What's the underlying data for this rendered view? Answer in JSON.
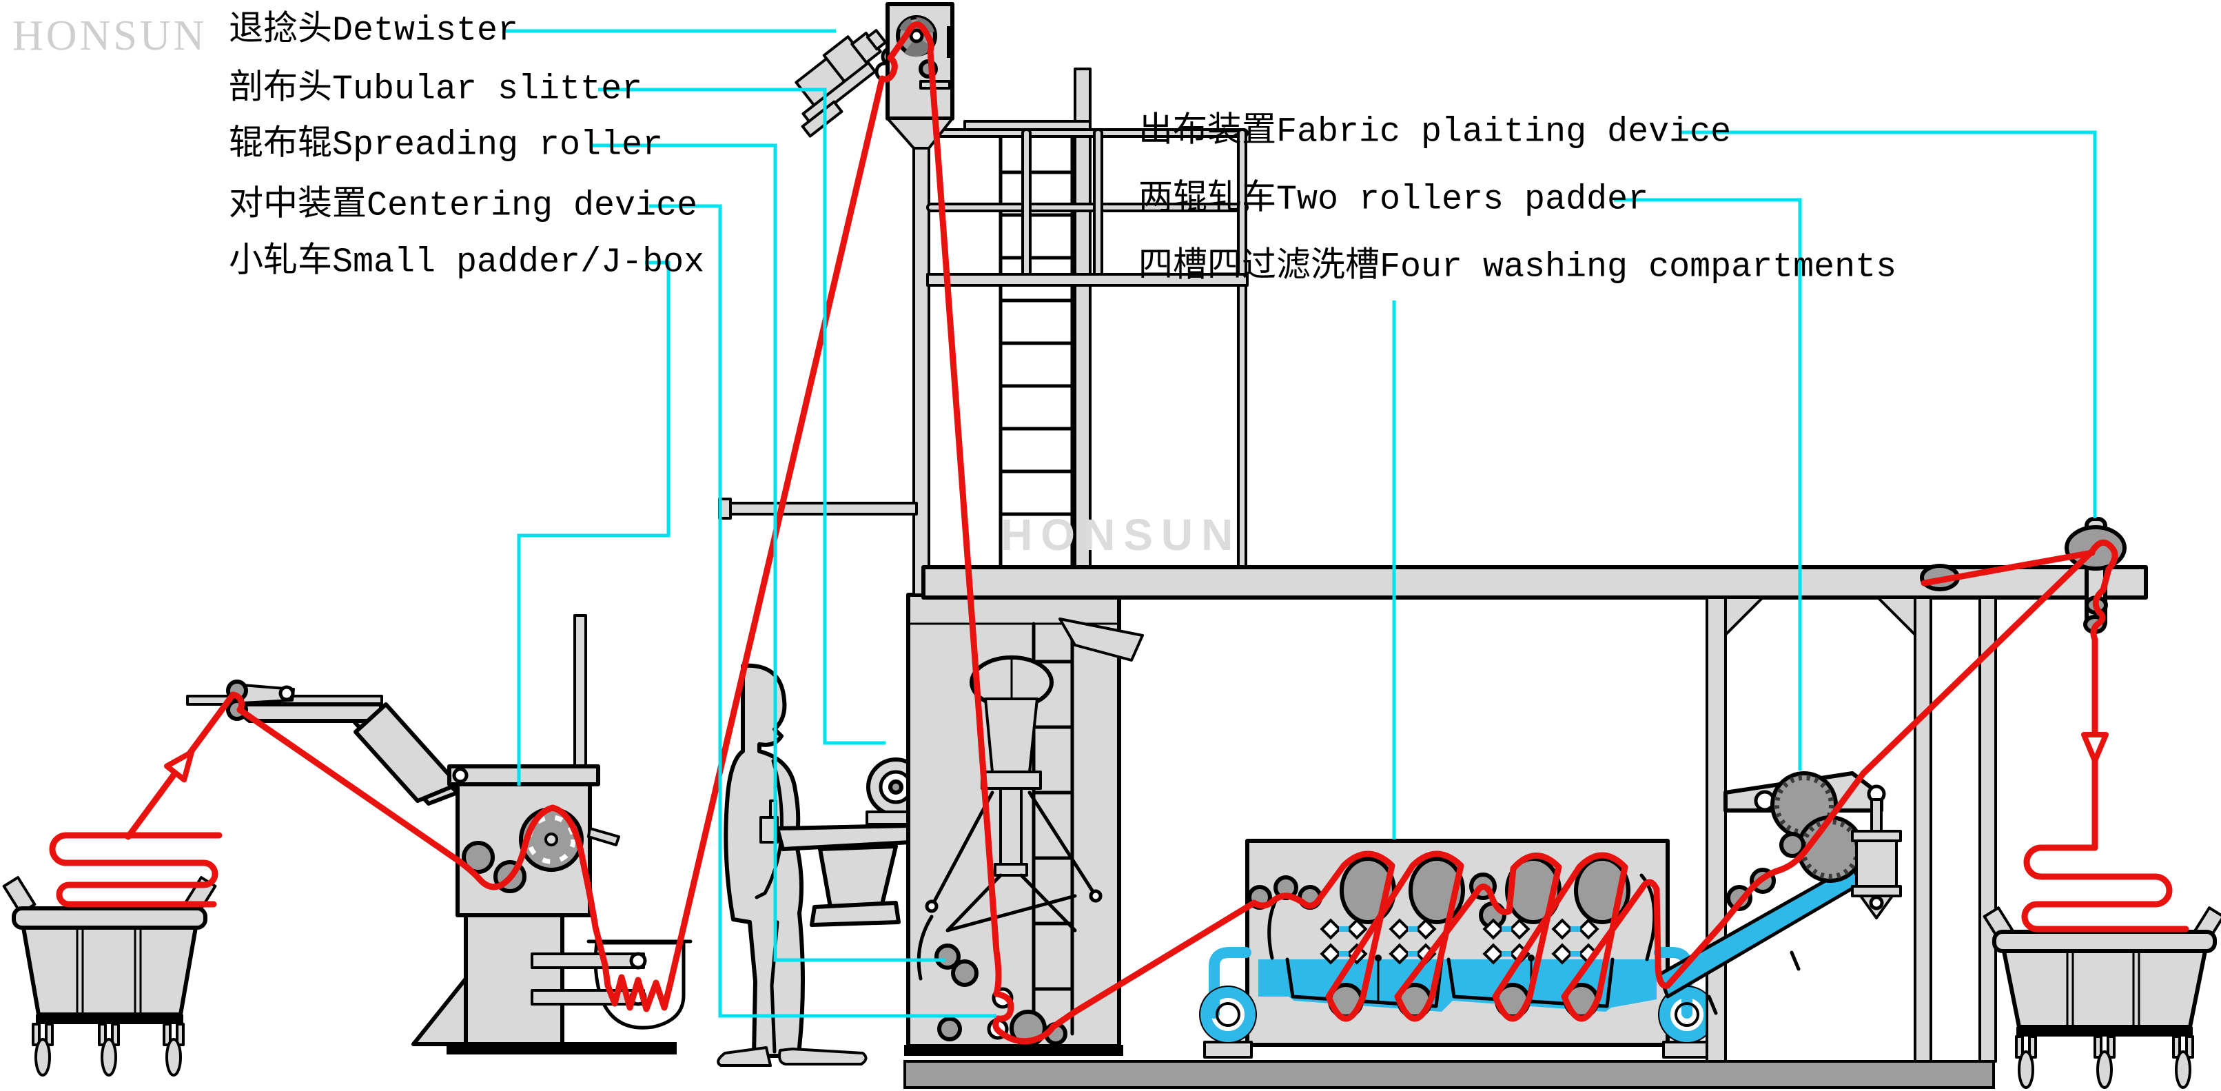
{
  "brand": {
    "logo_text": "HONSUN",
    "watermark_text": "HONSUN"
  },
  "colors": {
    "fabric_path_red": "#e8120f",
    "leader_line_cyan": "#00e1ef",
    "water_blue": "#2fb9e9",
    "machine_gray": "#d9d9d9",
    "roller_gray": "#9c9c9c",
    "floor_gray": "#9e9e9e",
    "outline_black": "#000000",
    "logo_gray": "#cfcfcf"
  },
  "labels": {
    "left": [
      {
        "text": "退捻头Detwister"
      },
      {
        "text": "剖布头Tubular slitter"
      },
      {
        "text": "辊布辊Spreading roller"
      },
      {
        "text": "对中装置Centering device"
      },
      {
        "text": "小轧车Small padder/J-box"
      }
    ],
    "right": [
      {
        "text": "出布装置Fabric plaiting device"
      },
      {
        "text": "两辊轧车Two rollers padder"
      },
      {
        "text": "四槽四过滤洗槽Four washing compartments"
      }
    ]
  }
}
